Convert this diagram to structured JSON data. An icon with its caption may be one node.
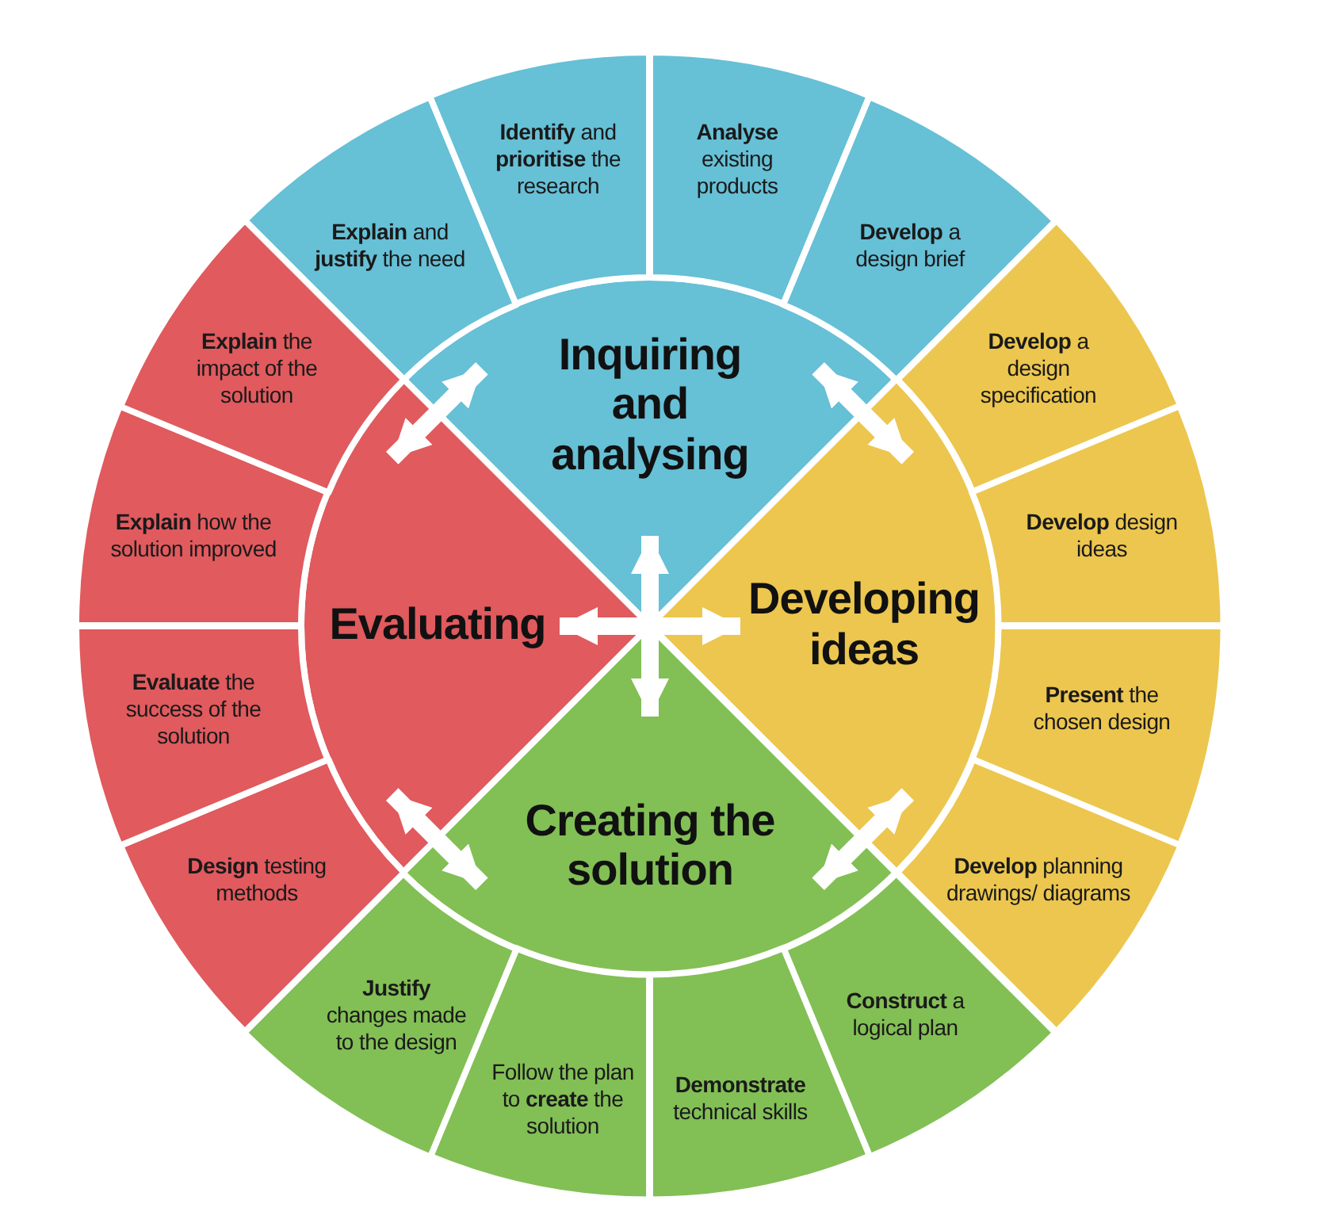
{
  "diagram": {
    "nodes": [
      {
        "text": [
          "Inquiring and analysing"
        ]
      },
      {
        "text": [
          "Developing ideas"
        ]
      },
      {
        "text": [
          "Creating the solution"
        ]
      },
      {
        "text": [
          "Evaluating"
        ]
      },
      {
        "text": [
          "**Explain** and **justify** the need"
        ]
      },
      {
        "text": [
          "**Identify** and **prioritise** the research"
        ]
      },
      {
        "text": [
          "**Analyse** existing products"
        ]
      },
      {
        "text": [
          "**Develop** a design brief"
        ]
      },
      {
        "text": [
          "**Develop** a design specification"
        ]
      },
      {
        "text": [
          "**Develop** design ideas"
        ]
      },
      {
        "text": [
          "**Present** the chosen design"
        ]
      },
      {
        "text": [
          "**Develop** planning drawings/ diagrams"
        ]
      },
      {
        "text": [
          "**Construct** a logical plan"
        ]
      },
      {
        "text": [
          "**Demonstrate** technical skills"
        ]
      },
      {
        "text": [
          "Follow the plan to **create** the solution"
        ]
      },
      {
        "text": [
          "**Justify** changes made to the design"
        ]
      },
      {
        "text": [
          "**Design** testing methods"
        ]
      },
      {
        "text": [
          "**Evaluate** the success of the solution"
        ]
      },
      {
        "text": [
          "**Explain** how the solution improved"
        ]
      },
      {
        "text": [
          "**Explain** the impact of the solution"
        ]
      }
    ],
    "edges": [
      {
        "from": 3,
        "to": 0,
        "arrow": "both"
      },
      {
        "from": 0,
        "to": 1,
        "arrow": "both"
      },
      {
        "from": 1,
        "to": 2,
        "arrow": "both"
      },
      {
        "from": 2,
        "to": 3,
        "arrow": "both"
      },
      {
        "from": 0,
        "to": 2,
        "arrow": "both"
      },
      {
        "from": 3,
        "to": 1,
        "arrow": "both"
      }
    ]
  }
}
